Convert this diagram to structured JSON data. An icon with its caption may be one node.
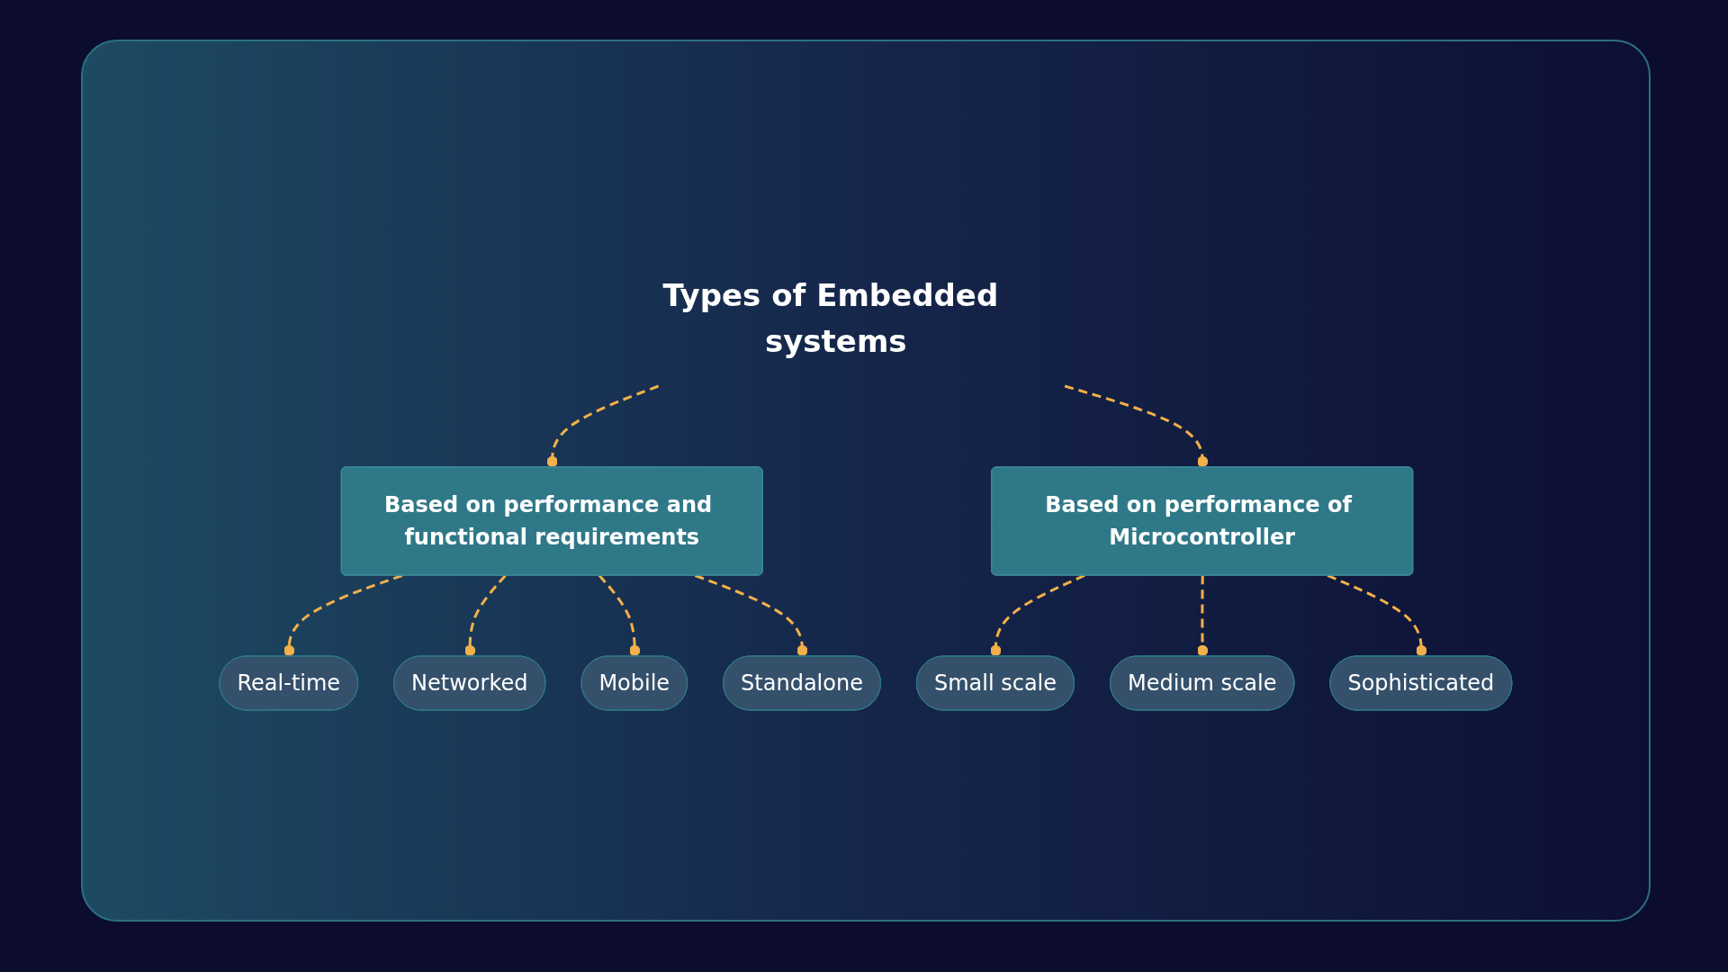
{
  "diagram": {
    "nodes": [
      {
        "text": [
          "Types of Embedded systems"
        ]
      },
      {
        "text": [
          "Based on performance and functional requirements"
        ]
      },
      {
        "text": [
          "Based on performance of Microcontroller"
        ]
      },
      {
        "text": [
          "Real-time"
        ]
      },
      {
        "text": [
          "Networked"
        ]
      },
      {
        "text": [
          "Mobile"
        ]
      },
      {
        "text": [
          "Standalone"
        ]
      },
      {
        "text": [
          "Small scale"
        ]
      },
      {
        "text": [
          "Medium scale"
        ]
      },
      {
        "text": [
          "Sophisticated"
        ]
      }
    ],
    "edges": [
      {
        "from": 0,
        "to": 1,
        "arrow": "other",
        "style": "dashed"
      },
      {
        "from": 0,
        "to": 2,
        "arrow": "other",
        "style": "dashed"
      },
      {
        "from": 1,
        "to": 3,
        "arrow": "other",
        "style": "dashed"
      },
      {
        "from": 1,
        "to": 4,
        "arrow": "other",
        "style": "dashed"
      },
      {
        "from": 1,
        "to": 5,
        "arrow": "other",
        "style": "dashed"
      },
      {
        "from": 1,
        "to": 6,
        "arrow": "other",
        "style": "dashed"
      },
      {
        "from": 2,
        "to": 7,
        "arrow": "other",
        "style": "dashed"
      },
      {
        "from": 2,
        "to": 8,
        "arrow": "other",
        "style": "dashed"
      },
      {
        "from": 2,
        "to": 9,
        "arrow": "other",
        "style": "dashed"
      }
    ]
  }
}
